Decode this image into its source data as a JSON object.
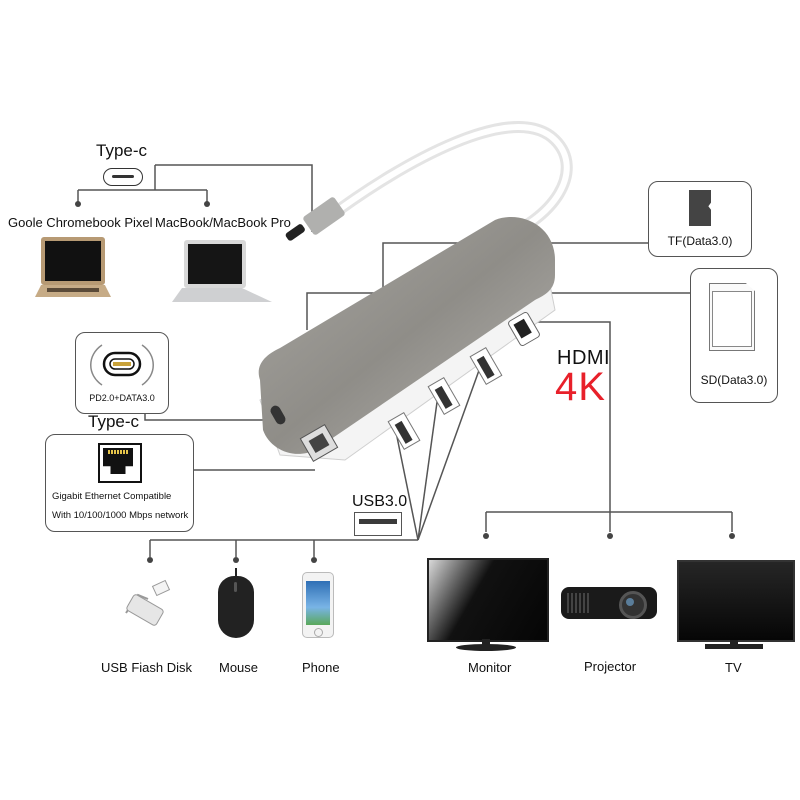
{
  "diagram": {
    "subject": "USB Type-C multiport hub",
    "colors": {
      "line": "#555555",
      "hub_body": "#8d8b86",
      "accent_red": "#e8202a",
      "text": "#111111"
    }
  },
  "input": {
    "title": "Type-c",
    "icon": "usb-c-port-icon",
    "devices": [
      {
        "label": "Goole Chromebook Pixel",
        "icon": "laptop-icon"
      },
      {
        "label": "MacBook/MacBook Pro",
        "icon": "laptop-icon"
      }
    ]
  },
  "pd_port": {
    "caption": "PD2.0+DATA3.0",
    "title": "Type-c",
    "icon": "usb-c-reversible-icon"
  },
  "ethernet": {
    "icon": "rj45-port-icon",
    "line1": "Gigabit Ethernet Compatible",
    "line2": "With 10/100/1000 Mbps network"
  },
  "usb": {
    "title": "USB3.0",
    "icon": "usb-a-port-icon",
    "devices": [
      {
        "label": "USB Fiash Disk",
        "icon": "usb-flash-disk-icon"
      },
      {
        "label": "Mouse",
        "icon": "mouse-icon"
      },
      {
        "label": "Phone",
        "icon": "phone-icon"
      }
    ]
  },
  "card_readers": [
    {
      "label": "TF(Data3.0)",
      "icon": "microsd-card-icon"
    },
    {
      "label": "SD(Data3.0)",
      "icon": "sd-card-icon"
    }
  ],
  "hdmi": {
    "title": "HDMI",
    "resolution": "4K",
    "devices": [
      {
        "label": "Monitor",
        "icon": "monitor-icon"
      },
      {
        "label": "Projector",
        "icon": "projector-icon"
      },
      {
        "label": "TV",
        "icon": "tv-icon"
      }
    ]
  }
}
